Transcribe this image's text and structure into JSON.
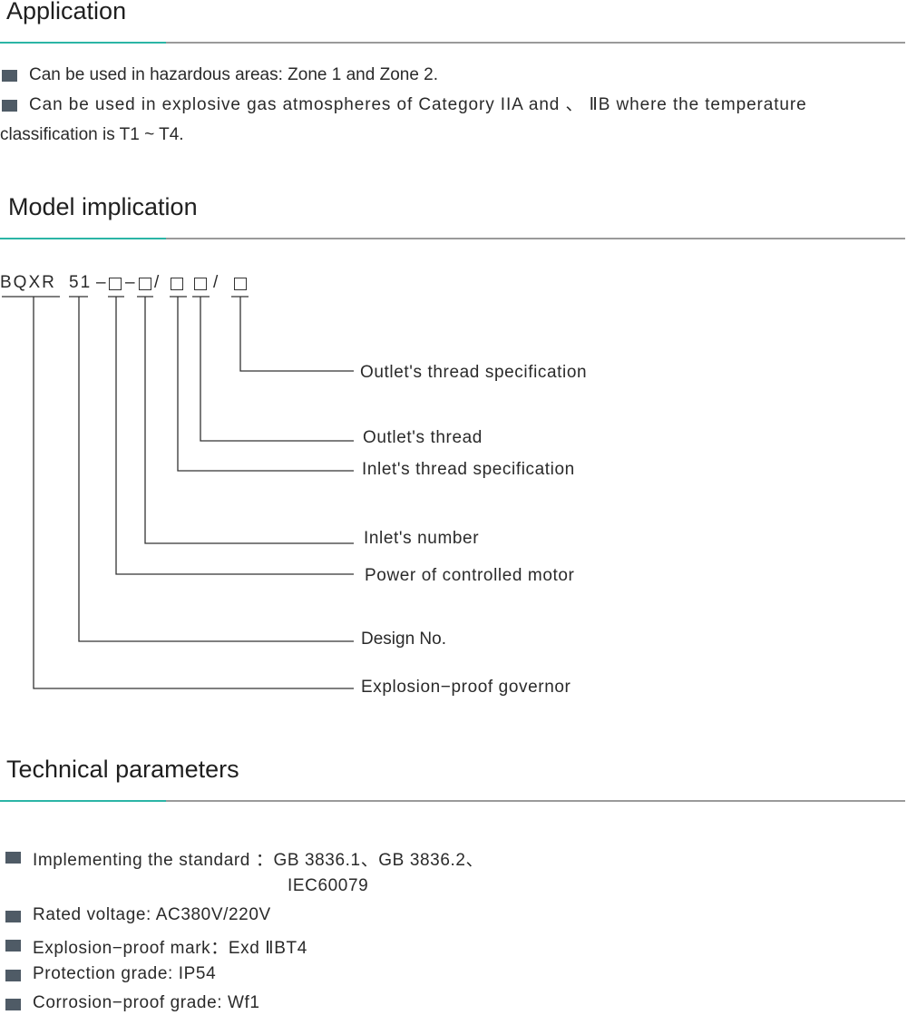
{
  "application": {
    "title": "Application",
    "bullet1": "Can be used in hazardous areas: Zone 1 and Zone 2.",
    "bullet2_line1": "Can be used in explosive gas atmospheres of Category  IIA and 、 ⅡB  where the temperature",
    "bullet2_line2": "classification is T1 ~ T4."
  },
  "model": {
    "title": "Model implication",
    "code_prefix": "BQXR",
    "code_number": "51",
    "labels": {
      "outlet_thread_spec": "Outlet's thread specification",
      "outlet_thread": "Outlet's thread",
      "inlet_thread_spec": "Inlet's thread specification",
      "inlet_number": "Inlet's number",
      "motor_power": "Power of controlled motor",
      "design_no": "Design No.",
      "governor": "Explosion−proof governor"
    }
  },
  "technical": {
    "title": "Technical parameters",
    "standard_line1": "Implementing the standard ：GB 3836.1、GB 3836.2、",
    "standard_line2": "IEC60079",
    "voltage": "Rated voltage: AC380V/220V",
    "mark": "Explosion−proof mark：Exd ⅡBT4",
    "protection": "Protection grade: IP54",
    "corrosion": "Corrosion−proof grade: Wf1"
  },
  "colors": {
    "accent": "#2bb5a6",
    "rule": "#9a9a9a",
    "bullet": "#4f5b66"
  }
}
